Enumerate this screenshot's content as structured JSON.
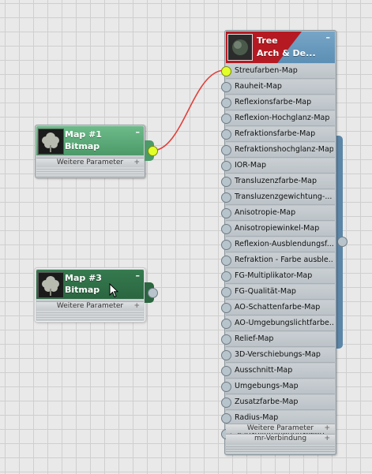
{
  "map1": {
    "title": "Map #1",
    "type": "Bitmap",
    "rollout": "Weitere Parameter",
    "minimize": "–",
    "expand": "+"
  },
  "map3": {
    "title": "Map #3",
    "type": "Bitmap",
    "rollout": "Weitere Parameter",
    "minimize": "–",
    "expand": "+"
  },
  "material": {
    "title": "Tree",
    "type": "Arch & De...",
    "minimize": "–",
    "slots": [
      "Streufarben-Map",
      "Rauheit-Map",
      "Reflexionsfarbe-Map",
      "Reflexion-Hochglanz-Map",
      "Refraktionsfarbe-Map",
      "Refraktionshochglanz-Map",
      "IOR-Map",
      "Transluzenzfarbe-Map",
      "Transluzenzgewichtung-...",
      "Anisotropie-Map",
      "Anisotropiewinkel-Map",
      "Reflexion-Ausblendungsf...",
      "Refraktion - Farbe ausble...",
      "FG-Multiplikator-Map",
      "FG-Qualität-Map",
      "AO-Schattenfarbe-Map",
      "AO-Umgebungslichtfarbe...",
      "Relief-Map",
      "3D-Verschiebungs-Map",
      "Ausschnitt-Map",
      "Umgebungs-Map",
      "Zusatzfarbe-Map",
      "Radius-Map",
      "Selbstilluminations-Map"
    ],
    "rollouts": [
      "Weitere Parameter",
      "mr-Verbindung"
    ],
    "expand": "+"
  },
  "colors": {
    "map1_header": "#5aa878",
    "map3_header": "#2f6e46",
    "wire": "#e0403a",
    "active_socket": "#e3ff2a",
    "material_header": "#6b9cc0",
    "material_accent": "#b51a22"
  },
  "icons": {
    "map_thumbnail": "tree-thumbnail-icon",
    "material_thumbnail": "material-preview-icon",
    "cursor": "mouse-cursor-icon"
  }
}
